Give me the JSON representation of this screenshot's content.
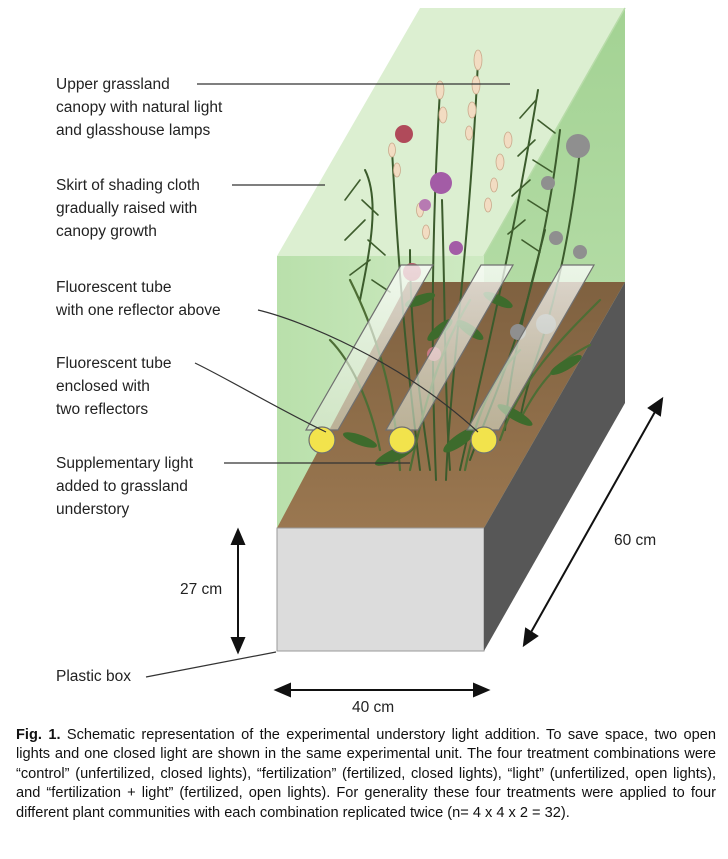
{
  "labels": {
    "upper_canopy": "Upper grassland\ncanopy with natural light\nand glasshouse lamps",
    "skirt": "Skirt of shading cloth\ngradually raised with\ncanopy growth",
    "tube_one_reflector": "Fluorescent tube\nwith one reflector above",
    "tube_two_reflectors": "Fluorescent tube\nenclosed with\ntwo reflectors",
    "supplementary_light": "Supplementary light\nadded to grassland\nunderstory",
    "plastic_box": "Plastic box"
  },
  "dimensions": {
    "height": "27 cm",
    "width": "40 cm",
    "length": "60 cm"
  },
  "caption": {
    "fig_label": "Fig. 1.",
    "text": " Schematic representation of the experimental understory light addition. To save space, two open lights and one closed light are shown in the same experimental unit. The four treatment combinations were “control” (unfertilized, closed lights), “fertilization” (fertilized, closed lights), “light” (unfertilized, open lights), and “fertilization + light” (fertilized, open lights). For generality these four treatments were applied to four different plant communities with each combination replicated twice (n= 4 x 4 x 2 = 32)."
  },
  "colors": {
    "green_light": "#d3ecc6",
    "green_mid": "#a9d69a",
    "soil": "#8d6b45",
    "box_front": "#d9d9d9",
    "box_side": "#555555",
    "lamp": "#f2e34c"
  }
}
